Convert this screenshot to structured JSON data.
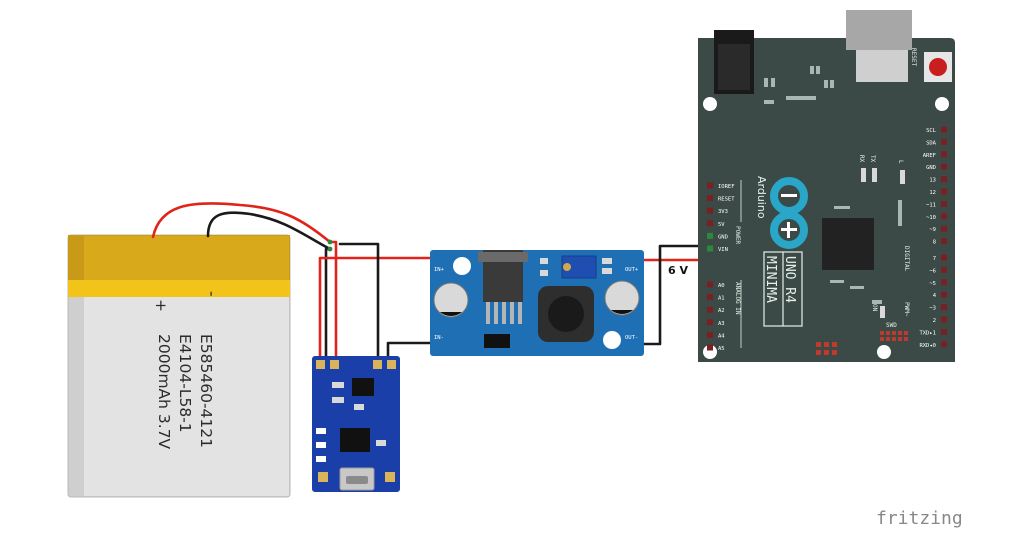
{
  "battery": {
    "plus": "+",
    "minus": "-",
    "lines": [
      "E585460-4121",
      "E4104-L58-1",
      "2000mAh 3.7V"
    ]
  },
  "buck": {
    "in_plus": "IN+",
    "in_minus": "IN-",
    "out_plus": "OUT+",
    "out_minus": "OUT-"
  },
  "voltage_label": "6 V",
  "arduino": {
    "brand": "Arduino",
    "model": "UNO R4",
    "variant": "MINIMA",
    "reset": "RESET",
    "rx": "RX",
    "tx": "TX",
    "l": "L",
    "swd": "SWD",
    "on": "ON",
    "power_group": "POWER",
    "analog_group": "ANALOG IN",
    "digital_group": "DIGITAL",
    "pwm_group": "PWM~",
    "power_pins": [
      "IOREF",
      "RESET",
      "3V3",
      "5V",
      "GND",
      "VIN"
    ],
    "analog_pins": [
      "A0",
      "A1",
      "A2",
      "A3",
      "A4",
      "A5"
    ],
    "top_pins": [
      "SCL",
      "SDA",
      "AREF",
      "GND",
      "13",
      "12",
      "~11",
      "~10",
      "~9",
      "8"
    ],
    "bottom_pins": [
      "7",
      "~6",
      "~5",
      "4",
      "~3",
      "2",
      "TXD▸1",
      "RXD◂0"
    ]
  },
  "watermark": "fritzing",
  "colors": {
    "red_wire": "#e2231a",
    "black_wire": "#1a1a1a",
    "buck_board": "#1f6fb5",
    "charger_board": "#1a3fa8",
    "arduino_board": "#3b4a47",
    "battery_label": "#c99a17"
  }
}
